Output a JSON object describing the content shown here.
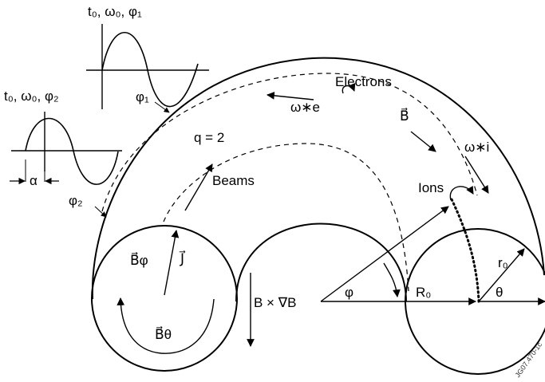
{
  "labels": {
    "inset_top_title": "t₀, ω₀, φ₁",
    "inset_left_title": "t₀, ω₀, φ₂",
    "alpha": "α",
    "phi1": "φ₁",
    "phi2": "φ₂",
    "q": "q = 2",
    "beams": "Beams",
    "electrons": "Electrons",
    "omega_e": "ω∗e",
    "b_vec": "B⃗",
    "omega_i": "ω∗i",
    "ions": "Ions",
    "b_phi": "B⃗φ",
    "j_vec": "J⃗",
    "b_theta": "B⃗θ",
    "bxgradb": "B × ∇B",
    "phi": "φ",
    "R0": "R₀",
    "r0": "r₀",
    "theta": "θ",
    "tag": "JG07.470-1c"
  }
}
